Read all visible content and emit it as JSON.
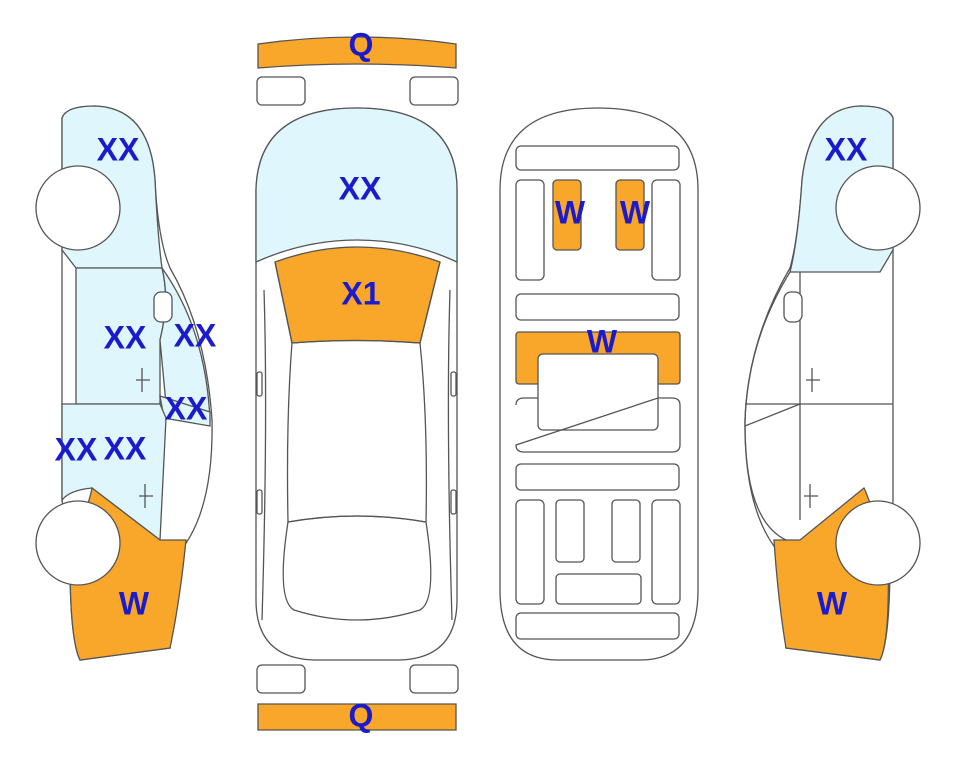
{
  "colors": {
    "damage_orange": "#F9A72B",
    "glass_blue": "#DFF6FC",
    "label_blue": "#1B1BCC",
    "outline": "#555555"
  },
  "labels": {
    "front_bumper": "Q",
    "rear_bumper": "Q",
    "windshield": "XX",
    "hood": "X1",
    "roof_left_seat": "W",
    "roof_right_seat": "W",
    "floor_mid": "W",
    "left_rear_quarter": "XX",
    "left_rear_door": "XX",
    "left_rear_pillar": "XX",
    "left_window": "XX",
    "left_front_door": "XX",
    "left_rocker": "XX",
    "left_front_fender": "W",
    "right_rear_quarter": "XX",
    "right_front_fender": "W"
  }
}
